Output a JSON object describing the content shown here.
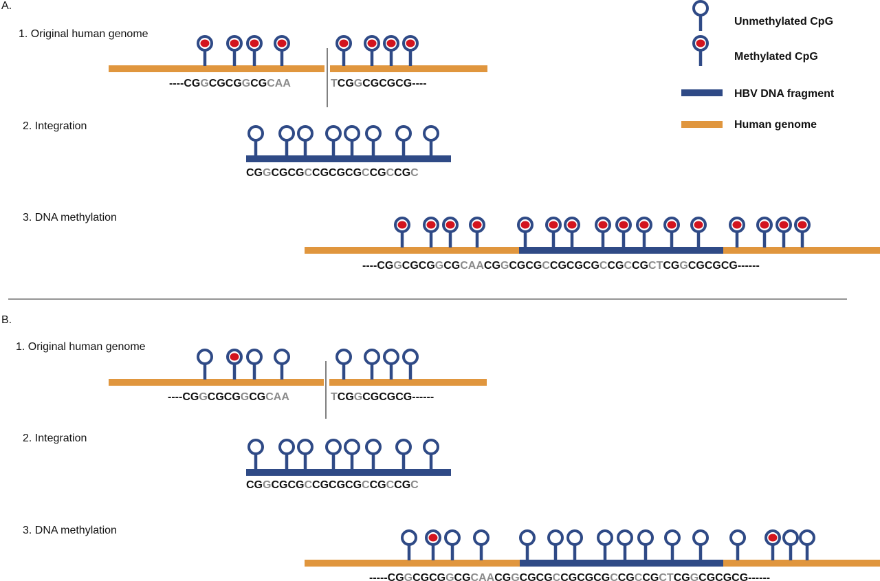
{
  "colors": {
    "human": "#E0963E",
    "hbv": "#2F4A86",
    "methyl": "#D3141E",
    "open_fill": "#ffffff",
    "seq_black": "#111111",
    "seq_gray": "#8A8A8A",
    "divider": "#555555"
  },
  "legend": {
    "unmethylated": "Unmethylated CpG",
    "methylated": "Methylated CpG",
    "hbv": "HBV DNA fragment",
    "human": "Human genome"
  },
  "panels": [
    {
      "id": "A",
      "label": "A.",
      "steps": [
        {
          "label": "1. Original human genome"
        },
        {
          "label": "2. Integration"
        },
        {
          "label": "3. DNA methylation"
        }
      ],
      "orig_left": {
        "segments": [
          [
            "----",
            "b"
          ],
          [
            "CG",
            "b"
          ],
          [
            "G",
            "g"
          ],
          [
            "CGCG",
            "b"
          ],
          [
            "G",
            "g"
          ],
          [
            "CG",
            "b"
          ],
          [
            "CAA",
            "g"
          ]
        ],
        "methyl": [
          1,
          1,
          1,
          1
        ]
      },
      "orig_right": {
        "segments": [
          [
            "T",
            "g"
          ],
          [
            "CG",
            "b"
          ],
          [
            "G",
            "g"
          ],
          [
            "CGCGCG",
            "b"
          ],
          [
            "----",
            "b"
          ]
        ],
        "methyl": [
          1,
          1,
          1,
          1
        ]
      },
      "integration": {
        "segments": [
          [
            "CG",
            "b"
          ],
          [
            "G",
            "g"
          ],
          [
            "CGCG",
            "b"
          ],
          [
            "C",
            "g"
          ],
          [
            "CGCGCG",
            "b"
          ],
          [
            "C",
            "g"
          ],
          [
            "CG",
            "b"
          ],
          [
            "C",
            "g"
          ],
          [
            "CG",
            "b"
          ],
          [
            "C",
            "g"
          ]
        ],
        "methyl": [
          0,
          0,
          0,
          0,
          0,
          0,
          0,
          0,
          0
        ]
      },
      "methylation": {
        "segments": [
          [
            "----",
            "b"
          ],
          [
            "CG",
            "b"
          ],
          [
            "G",
            "g"
          ],
          [
            "CGCG",
            "b"
          ],
          [
            "G",
            "g"
          ],
          [
            "CG",
            "b"
          ],
          [
            "CAA",
            "g"
          ],
          [
            "CG",
            "b"
          ],
          [
            "G",
            "g"
          ],
          [
            "CGCG",
            "b"
          ],
          [
            "C",
            "g"
          ],
          [
            "CGCGCG",
            "b"
          ],
          [
            "C",
            "g"
          ],
          [
            "CG",
            "b"
          ],
          [
            "C",
            "g"
          ],
          [
            "CG",
            "b"
          ],
          [
            "CT",
            "g"
          ],
          [
            "CG",
            "b"
          ],
          [
            "G",
            "g"
          ],
          [
            "CGCGCG",
            "b"
          ],
          [
            "------",
            "b"
          ]
        ],
        "methyl": [
          1,
          1,
          1,
          1,
          1,
          1,
          1,
          1,
          1,
          1,
          1,
          1,
          1,
          1,
          1,
          1,
          1
        ]
      }
    },
    {
      "id": "B",
      "label": "B.",
      "steps": [
        {
          "label": "1. Original human genome"
        },
        {
          "label": "2. Integration"
        },
        {
          "label": "3. DNA methylation"
        }
      ],
      "orig_left": {
        "segments": [
          [
            "----",
            "b"
          ],
          [
            "CG",
            "b"
          ],
          [
            "G",
            "g"
          ],
          [
            "CGCG",
            "b"
          ],
          [
            "G",
            "g"
          ],
          [
            "CG",
            "b"
          ],
          [
            "CAA",
            "g"
          ]
        ],
        "methyl": [
          0,
          1,
          0,
          0
        ]
      },
      "orig_right": {
        "segments": [
          [
            "T",
            "g"
          ],
          [
            "CG",
            "b"
          ],
          [
            "G",
            "g"
          ],
          [
            "CGCGCG",
            "b"
          ],
          [
            "------",
            "b"
          ]
        ],
        "methyl": [
          0,
          0,
          0,
          0
        ]
      },
      "integration": {
        "segments": [
          [
            "CG",
            "b"
          ],
          [
            "G",
            "g"
          ],
          [
            "CGCG",
            "b"
          ],
          [
            "C",
            "g"
          ],
          [
            "CGCGCG",
            "b"
          ],
          [
            "C",
            "g"
          ],
          [
            "CG",
            "b"
          ],
          [
            "C",
            "g"
          ],
          [
            "CG",
            "b"
          ],
          [
            "C",
            "g"
          ]
        ],
        "methyl": [
          0,
          0,
          0,
          0,
          0,
          0,
          0,
          0,
          0
        ]
      },
      "methylation": {
        "segments": [
          [
            "-----",
            "b"
          ],
          [
            "CG",
            "b"
          ],
          [
            "G",
            "g"
          ],
          [
            "CGCG",
            "b"
          ],
          [
            "G",
            "g"
          ],
          [
            "CG",
            "b"
          ],
          [
            "CAA",
            "g"
          ],
          [
            "CG",
            "b"
          ],
          [
            "G",
            "g"
          ],
          [
            "CGCG",
            "b"
          ],
          [
            "C",
            "g"
          ],
          [
            "CGCGCG",
            "b"
          ],
          [
            "C",
            "g"
          ],
          [
            "CG",
            "b"
          ],
          [
            "C",
            "g"
          ],
          [
            "CG",
            "b"
          ],
          [
            "CT",
            "g"
          ],
          [
            "CG",
            "b"
          ],
          [
            "G",
            "g"
          ],
          [
            "CGCGCG",
            "b"
          ],
          [
            "------",
            "b"
          ]
        ],
        "methyl": [
          0,
          1,
          0,
          0,
          0,
          0,
          0,
          0,
          0,
          0,
          0,
          0,
          0,
          1,
          0,
          0,
          0
        ]
      }
    }
  ]
}
